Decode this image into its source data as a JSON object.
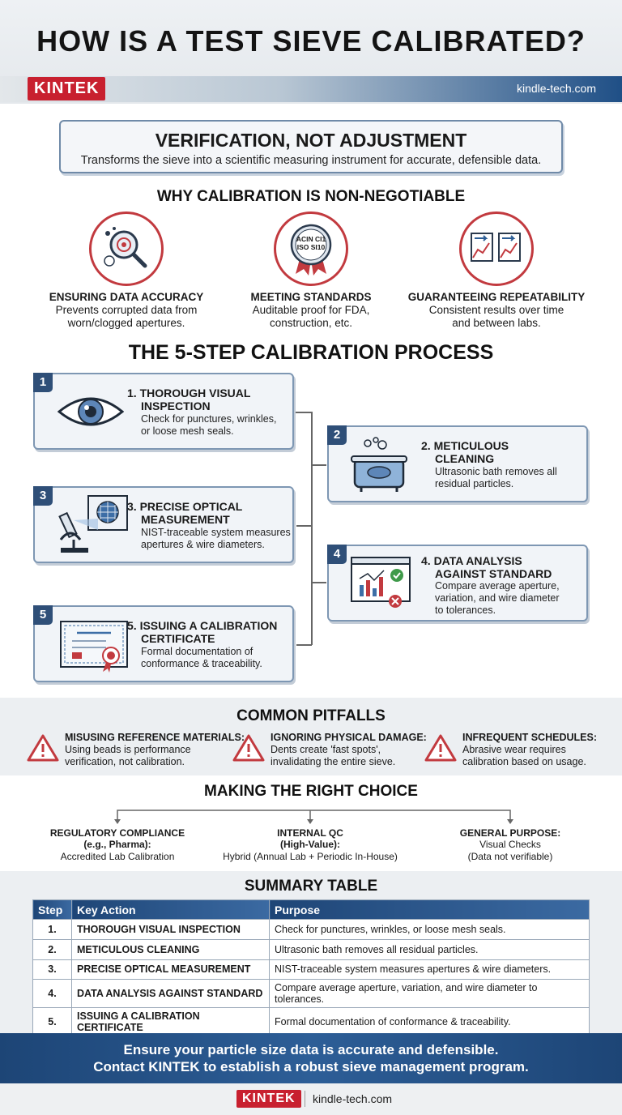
{
  "header": {
    "title": "HOW IS A TEST SIEVE CALIBRATED?",
    "brand": "KINTEK",
    "url": "kindle-tech.com"
  },
  "verification": {
    "heading": "VERIFICATION, NOT ADJUSTMENT",
    "subtitle": "Transforms the sieve into a scientific measuring instrument for accurate, defensible data."
  },
  "why": {
    "heading": "WHY CALIBRATION IS NON-NEGOTIABLE",
    "items": [
      {
        "title": "ENSURING DATA ACCURACY",
        "line1": "Prevents corrupted data from",
        "line2": "worn/clogged apertures.",
        "icon": "magnifier-target-icon"
      },
      {
        "title": "MEETING STANDARDS",
        "line1": "Auditable proof for FDA,",
        "line2": "construction, etc.",
        "icon": "certification-badge-icon"
      },
      {
        "title": "GUARANTEEING REPEATABILITY",
        "line1": "Consistent results over time",
        "line2": "and between labs.",
        "icon": "trend-charts-icon"
      }
    ],
    "badge_text_1": "ACIN CI1",
    "badge_text_2": "ISO SI10"
  },
  "process": {
    "heading": "THE 5-STEP CALIBRATION PROCESS",
    "steps": [
      {
        "num": "1",
        "title1": "1. THOROUGH VISUAL",
        "title2": "INSPECTION",
        "desc1": "Check for punctures, wrinkles,",
        "desc2": "or loose mesh seals.",
        "icon": "eye-icon"
      },
      {
        "num": "2",
        "title1": "2. METICULOUS",
        "title2": "CLEANING",
        "desc1": "Ultrasonic bath removes all",
        "desc2": "residual particles.",
        "icon": "ultrasonic-bath-icon"
      },
      {
        "num": "3",
        "title1": "3. PRECISE OPTICAL",
        "title2": "MEASUREMENT",
        "desc1": "NIST-traceable system measures",
        "desc2": "apertures & wire diameters.",
        "icon": "microscope-icon"
      },
      {
        "num": "4",
        "title1": "4. DATA ANALYSIS",
        "title2": "AGAINST STANDARD",
        "desc1": "Compare average aperture,",
        "desc2": "variation, and wire diameter",
        "desc3": "to tolerances.",
        "icon": "analytics-dashboard-icon"
      },
      {
        "num": "5",
        "title1": "5. ISSUING A CALIBRATION",
        "title2": "CERTIFICATE",
        "desc1": "Formal documentation of",
        "desc2": "conformance & traceability.",
        "icon": "certificate-icon"
      }
    ]
  },
  "pitfalls": {
    "heading": "COMMON PITFALLS",
    "items": [
      {
        "title": "MISUSING REFERENCE MATERIALS:",
        "line1": "Using beads is performance",
        "line2": "verification, not calibration."
      },
      {
        "title": "IGNORING PHYSICAL DAMAGE:",
        "line1": "Dents create 'fast spots',",
        "line2": "invalidating the entire sieve."
      },
      {
        "title": "INFREQUENT SCHEDULES:",
        "line1": "Abrasive wear requires",
        "line2": "calibration based on usage."
      }
    ]
  },
  "choice": {
    "heading": "MAKING THE RIGHT CHOICE",
    "items": [
      {
        "title1": "REGULATORY COMPLIANCE",
        "title2": "(e.g., Pharma):",
        "desc1": "Accredited Lab Calibration",
        "desc2": ""
      },
      {
        "title1": "INTERNAL QC",
        "title2": "(High-Value):",
        "desc1": "Hybrid (Annual Lab + Periodic In-House)",
        "desc2": ""
      },
      {
        "title1": "GENERAL PURPOSE:",
        "title2": "",
        "desc1": "Visual Checks",
        "desc2": "(Data not verifiable)"
      }
    ]
  },
  "summary": {
    "heading": "SUMMARY TABLE",
    "columns": [
      "Step",
      "Key Action",
      "Purpose"
    ],
    "rows": [
      [
        "1.",
        "THOROUGH VISUAL INSPECTION",
        "Check for punctures, wrinkles, or loose mesh seals."
      ],
      [
        "2.",
        "METICULOUS CLEANING",
        "Ultrasonic bath removes all residual particles."
      ],
      [
        "3.",
        "PRECISE OPTICAL MEASUREMENT",
        "NIST-traceable system measures apertures & wire diameters."
      ],
      [
        "4.",
        "DATA ANALYSIS AGAINST STANDARD",
        "Compare average aperture, variation, and wire diameter to tolerances."
      ],
      [
        "5.",
        "ISSUING A CALIBRATION CERTIFICATE",
        "Formal documentation of conformance & traceability."
      ]
    ]
  },
  "cta": {
    "line1": "Ensure your particle size data is accurate and defensible.",
    "line2": "Contact KINTEK to establish a robust sieve management program."
  },
  "footer": {
    "brand": "KINTEK",
    "url": "kindle-tech.com"
  },
  "colors": {
    "brand_red": "#c8202f",
    "accent_blue": "#1f4f86",
    "warning_red": "#c23a3f"
  }
}
